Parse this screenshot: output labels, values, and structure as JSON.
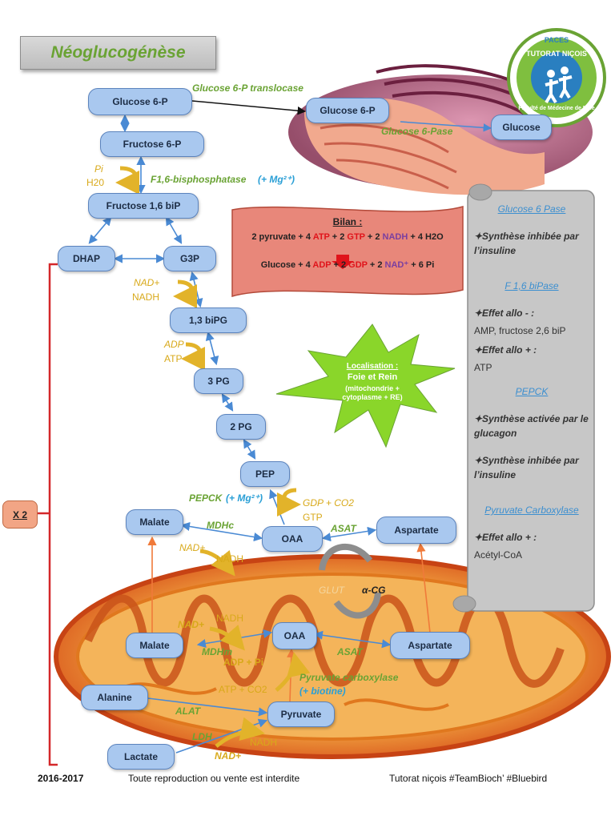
{
  "title": "Néoglucogénèse",
  "logo": {
    "top": "PACES",
    "name": "TUTORAT NIÇOIS",
    "ring": "Faculté de Médecine de Nice"
  },
  "nodes": {
    "g6p_left": "Glucose 6-P",
    "f6p": "Fructose 6-P",
    "f16bp": "Fructose 1,6 biP",
    "dhap": "DHAP",
    "g3p": "G3P",
    "bpg": "1,3 biPG",
    "pg3": "3 PG",
    "pg2": "2 PG",
    "pep": "PEP",
    "malate_cyto": "Malate",
    "oaa_cyto": "OAA",
    "aspartate_cyto": "Aspartate",
    "malate_mito": "Malate",
    "oaa_mito": "OAA",
    "aspartate_mito": "Aspartate",
    "alanine": "Alanine",
    "pyruvate": "Pyruvate",
    "lactate": "Lactate",
    "g6p_er": "Glucose 6-P",
    "glucose": "Glucose"
  },
  "labels": {
    "g6p_translocase": "Glucose 6-P translocase",
    "g6pase": "Glucose 6-Pase",
    "pi": "Pi",
    "h2o": "H20",
    "f16bpase": "F1,6-bisphosphatase",
    "mg": "(+ Mg²⁺)",
    "nad_plus": "NAD+",
    "nadh": "NADH",
    "adp": "ADP",
    "atp": "ATP",
    "pepck": "PEPCK",
    "pepck_mg": "(+ Mg²⁺)",
    "gdp_co2": "GDP + CO2",
    "gtp": "GTP",
    "mdhc": "MDHc",
    "asat": "ASAT",
    "glut": "GLUT",
    "acg": "α-CG",
    "mdhm": "MDHm",
    "asat_m": "ASAT",
    "adp_pi": "ADP + Pi",
    "atp_co2": "ATP + CO2",
    "pyr_carbox": "Pyruvate carboxylase",
    "biotine": "(+ biotine)",
    "alat": "ALAT",
    "ldh": "LDH",
    "x2": "X 2"
  },
  "bilan": {
    "title": "Bilan :",
    "line1": [
      {
        "t": "2 pyruvate + 4 ",
        "c": "#222"
      },
      {
        "t": "ATP",
        "c": "#e0141b"
      },
      {
        "t": " + 2 ",
        "c": "#222"
      },
      {
        "t": "GTP",
        "c": "#e0141b"
      },
      {
        "t": " + 2 ",
        "c": "#222"
      },
      {
        "t": "NADH",
        "c": "#7a3fa0"
      },
      {
        "t": " + 4 H2O",
        "c": "#222"
      }
    ],
    "line2": [
      {
        "t": "Glucose + 4 ",
        "c": "#222"
      },
      {
        "t": "ADP",
        "c": "#e0141b"
      },
      {
        "t": " + 2 ",
        "c": "#222"
      },
      {
        "t": "GDP",
        "c": "#e0141b"
      },
      {
        "t": " + 2 ",
        "c": "#222"
      },
      {
        "t": "NAD⁺",
        "c": "#7a3fa0"
      },
      {
        "t": " + 6 Pi",
        "c": "#222"
      }
    ]
  },
  "localisation": {
    "title": "Localisation :",
    "line1": "Foie et Rein",
    "line2": "(mitochondrie +",
    "line3": "cytoplasme + RE)"
  },
  "side": [
    {
      "k": "h",
      "t": "Glucose 6 Pase"
    },
    {
      "k": "b",
      "t": "✦Synthèse inhibée par l’insuline"
    },
    {
      "k": "h",
      "t": "F 1,6 biPase"
    },
    {
      "k": "b",
      "t": "✦Effet allo - :"
    },
    {
      "k": "n",
      "t": "AMP, fructose 2,6 biP"
    },
    {
      "k": "b",
      "t": "✦Effet allo + :"
    },
    {
      "k": "n",
      "t": "ATP"
    },
    {
      "k": "h",
      "t": "PEPCK"
    },
    {
      "k": "b",
      "t": "✦Synthèse activée par le glucagon"
    },
    {
      "k": "b",
      "t": "✦Synthèse inhibée par l’insuline"
    },
    {
      "k": "h",
      "t": "Pyruvate Carboxylase"
    },
    {
      "k": "b",
      "t": "✦Effet allo + :"
    },
    {
      "k": "n",
      "t": "Acétyl-CoA"
    }
  ],
  "footer": {
    "year": "2016-2017",
    "notice": "Toute reproduction ou vente est interdite",
    "credit": "Tutorat niçois #TeamBioch’ #Bluebird"
  },
  "colors": {
    "node": "#a9c8ef",
    "green": "#6aa334",
    "gold": "#d8a91a",
    "arrow": "#4a8ad4",
    "bracket": "#d4282a",
    "bilan_bg": "#e8877a",
    "star": "#8ad62a"
  }
}
